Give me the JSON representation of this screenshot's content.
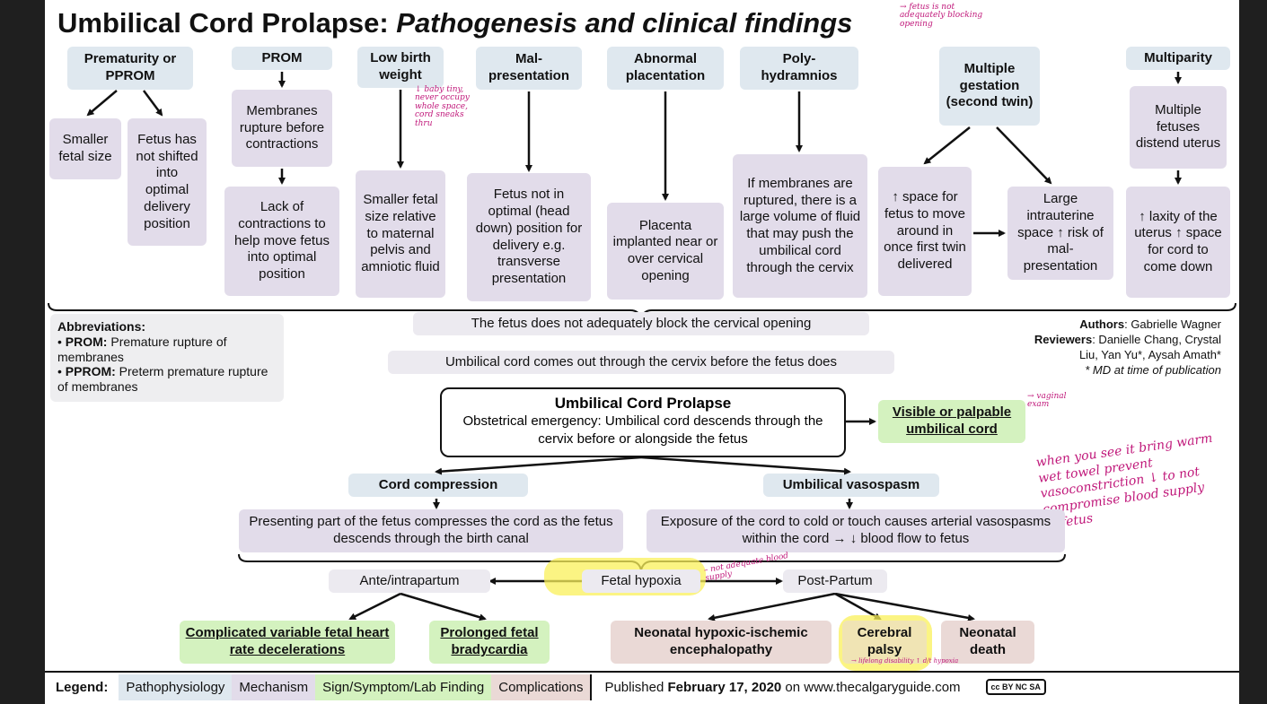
{
  "title": {
    "main": "Umbilical Cord Prolapse: ",
    "italic": "Pathogenesis and clinical findings"
  },
  "causes": {
    "prematurity": "Prematurity or PPROM",
    "smaller_fetal_size": "Smaller fetal size",
    "fetus_not_shifted": "Fetus has not shifted into optimal delivery position",
    "prom": "PROM",
    "membranes_rupture": "Membranes rupture before contractions",
    "lack_contractions": "Lack of contractions to help move fetus into optimal position",
    "low_birth_weight": "Low birth weight",
    "smaller_fetal_size_relative": "Smaller fetal size relative to maternal pelvis and amniotic fluid",
    "malpresentation": "Mal-presentation",
    "fetus_not_optimal": "Fetus not in optimal (head down) position for delivery e.g. transverse presentation",
    "abnormal_placentation": "Abnormal placentation",
    "placenta_implanted": "Placenta implanted near or over cervical opening",
    "polyhydramnios": "Poly-hydramnios",
    "large_volume_fluid": "If membranes are ruptured, there is a large volume of fluid that may push the umbilical cord through the cervix",
    "multiple_gestation": "Multiple gestation (second twin)",
    "space_for_fetus": "↑ space for fetus to move around in once first twin delivered",
    "large_intrauterine": "Large intrauterine space ↑ risk of mal-presentation",
    "multiparity": "Multiparity",
    "multiple_fetuses": "Multiple fetuses distend uterus",
    "laxity": "↑ laxity of the uterus ↑ space for cord to come down"
  },
  "abbreviations": {
    "heading": "Abbreviations:",
    "items": [
      {
        "term": "PROM:",
        "def": " Premature rupture of membranes"
      },
      {
        "term": "PPROM:",
        "def": " Preterm premature rupture of membranes"
      }
    ]
  },
  "authors": {
    "authors_label": "Authors",
    "authors_value": ": Gabrielle Wagner",
    "reviewers_label": "Reviewers",
    "reviewers_value": ": Danielle Chang, Crystal Liu, Yan Yu*, Aysah Amath*",
    "note": "* MD at time of publication"
  },
  "flow": {
    "not_block": "The fetus does not adequately block the cervical opening",
    "cord_comes_out": "Umbilical cord comes out through the cervix before the fetus does",
    "prolapse_title": "Umbilical Cord Prolapse",
    "prolapse_desc": "Obstetrical emergency: Umbilical cord descends through the cervix before or alongside the fetus",
    "visible_cord": "Visible or palpable umbilical cord",
    "cord_compression": "Cord compression",
    "umbilical_vasospasm": "Umbilical vasospasm",
    "compression_desc": "Presenting part of the fetus compresses the cord as the fetus descends through the birth canal",
    "vasospasm_desc": "Exposure of the cord to cold or touch causes arterial vasospasms within the cord → ↓ blood flow to fetus",
    "ante_intrapartum": "Ante/intrapartum",
    "fetal_hypoxia": "Fetal hypoxia",
    "post_partum": "Post-Partum",
    "decelerations": "Complicated variable fetal heart rate decelerations",
    "bradycardia": "Prolonged fetal bradycardia",
    "hie": "Neonatal hypoxic-ischemic encephalopathy",
    "cerebral_palsy": "Cerebral palsy",
    "neonatal_death": "Neonatal death"
  },
  "legend": {
    "label": "Legend:",
    "pathophysiology": "Pathophysiology",
    "mechanism": "Mechanism",
    "sign": "Sign/Symptom/Lab Finding",
    "complications": "Complications",
    "published_prefix": "Published ",
    "published_date": "February 17, 2020",
    "published_suffix": " on www.thecalgaryguide.com",
    "license": "cc BY NC SA"
  },
  "colors": {
    "pathophysiology": "#dfe8ef",
    "mechanism": "#e2dcea",
    "sign": "#d4f2bf",
    "complications": "#ead9d6",
    "annotation": "#c0187a",
    "highlight": "#faf05a"
  },
  "annotations": {
    "title_note": "→ fetus is not adequately blocking opening",
    "lbw_note": "↓ baby tiny, never occupy whole space, cord sneaks thru",
    "vaginal_exam": "→ vaginal exam",
    "when_you_see": "when you see it bring warm wet towel prevent vasoconstriction ↓ to not compromise blood supply to fetus",
    "not_adequate": "– not adequate blood supply",
    "cp_note": "→ lifelong disability ↑ d/t hypoxia"
  }
}
